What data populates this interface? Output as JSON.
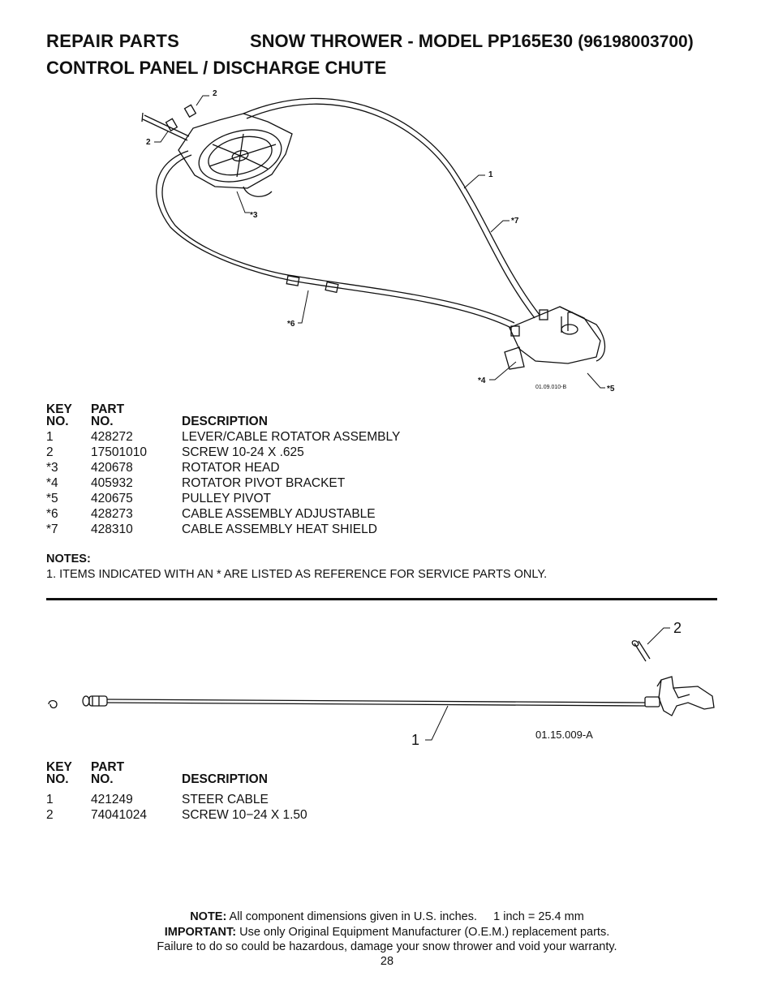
{
  "header": {
    "repair_parts": "REPAIR PARTS",
    "product": "SNOW THROWER - MODEL",
    "model_name": "PP165E30",
    "model_number": "(96198003700)",
    "section": "CONTROL PANEL / DISCHARGE CHUTE"
  },
  "diagram1": {
    "callouts": [
      "2",
      "2",
      "*3",
      "1",
      "*7",
      "*6",
      "*4",
      "*5"
    ],
    "figure_code": "01.09.010-B"
  },
  "table1": {
    "header": {
      "key1": "KEY",
      "key2": "NO.",
      "part1": "PART",
      "part2": "NO.",
      "description": "DESCRIPTION"
    },
    "rows": [
      {
        "key": "1",
        "part": "428272",
        "description": "LEVER/CABLE ROTATOR ASSEMBLY"
      },
      {
        "key": "2",
        "part": "17501010",
        "description": "SCREW 10-24 X .625"
      },
      {
        "key": "*3",
        "part": "420678",
        "description": "ROTATOR HEAD"
      },
      {
        "key": "*4",
        "part": "405932",
        "description": "ROTATOR PIVOT BRACKET"
      },
      {
        "key": "*5",
        "part": "420675",
        "description": "PULLEY PIVOT"
      },
      {
        "key": "*6",
        "part": "428273",
        "description": "CABLE ASSEMBLY ADJUSTABLE"
      },
      {
        "key": "*7",
        "part": "428310",
        "description": "CABLE ASSEMBLY HEAT SHIELD"
      }
    ]
  },
  "notes": {
    "title": "NOTES:",
    "items": [
      "1. ITEMS INDICATED WITH AN * ARE LISTED AS REFERENCE FOR SERVICE PARTS ONLY."
    ]
  },
  "diagram2": {
    "callouts": [
      "2",
      "1"
    ],
    "figure_code": "01.15.009-A"
  },
  "table2": {
    "header": {
      "key1": "KEY",
      "key2": "NO.",
      "part1": "PART",
      "part2": "NO.",
      "description": "DESCRIPTION"
    },
    "rows": [
      {
        "key": "1",
        "part": "421249",
        "description": "STEER CABLE"
      },
      {
        "key": "2",
        "part": "74041024",
        "description": "SCREW 10−24 X 1.50"
      }
    ]
  },
  "footer": {
    "note_label": "NOTE:",
    "note_text": "All component dimensions given in U.S. inches.",
    "conversion": "1 inch = 25.4 mm",
    "important_label": "IMPORTANT:",
    "important_text": "Use only Original Equipment Manufacturer (O.E.M.) replacement parts.",
    "warning": "Failure to do so could be hazardous, damage your snow thrower and void your warranty.",
    "page_number": "28"
  }
}
